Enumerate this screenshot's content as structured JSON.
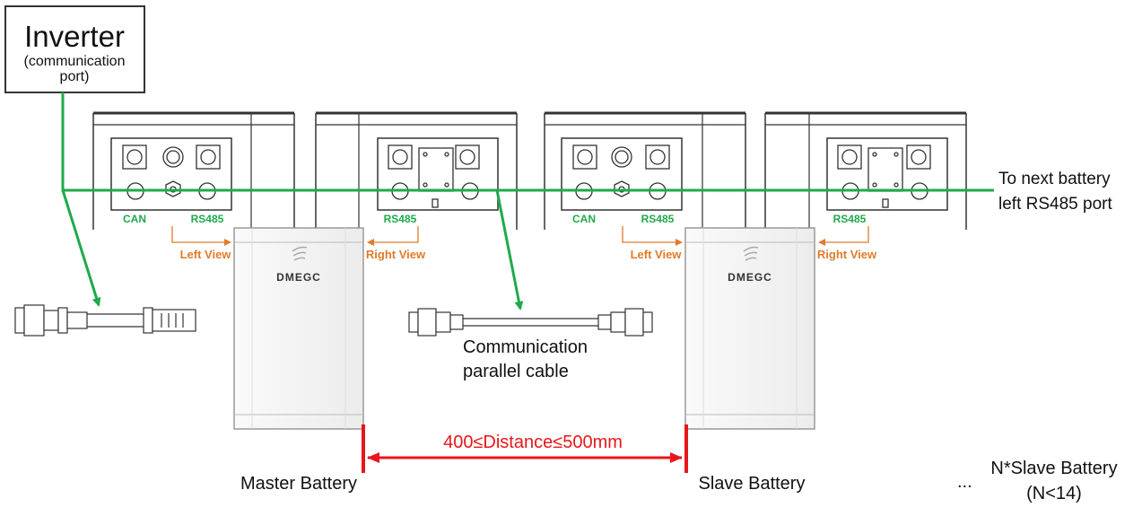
{
  "inverter": {
    "title": "Inverter",
    "subtitle_line1": "(communication",
    "subtitle_line2": "port)"
  },
  "ports": {
    "can": "CAN",
    "rs485": "RS485"
  },
  "views": {
    "left": "Left View",
    "right": "Right View"
  },
  "brand": "DMEGC",
  "cable": {
    "line1": "Communication",
    "line2": "parallel cable"
  },
  "next_battery": {
    "line1": "To next battery",
    "line2": "left RS485 port"
  },
  "distance_label": "400≤Distance≤500mm",
  "batteries": {
    "master": "Master Battery",
    "slave": "Slave Battery",
    "ellipsis": "...",
    "n_slave_line1": "N*Slave Battery",
    "n_slave_line2": "(N<14)"
  },
  "colors": {
    "comm_line": "#1faa4b",
    "port_label": "#1faa4b",
    "view_label": "#e07b2a",
    "distance": "#e8161b",
    "outline": "#333333"
  }
}
